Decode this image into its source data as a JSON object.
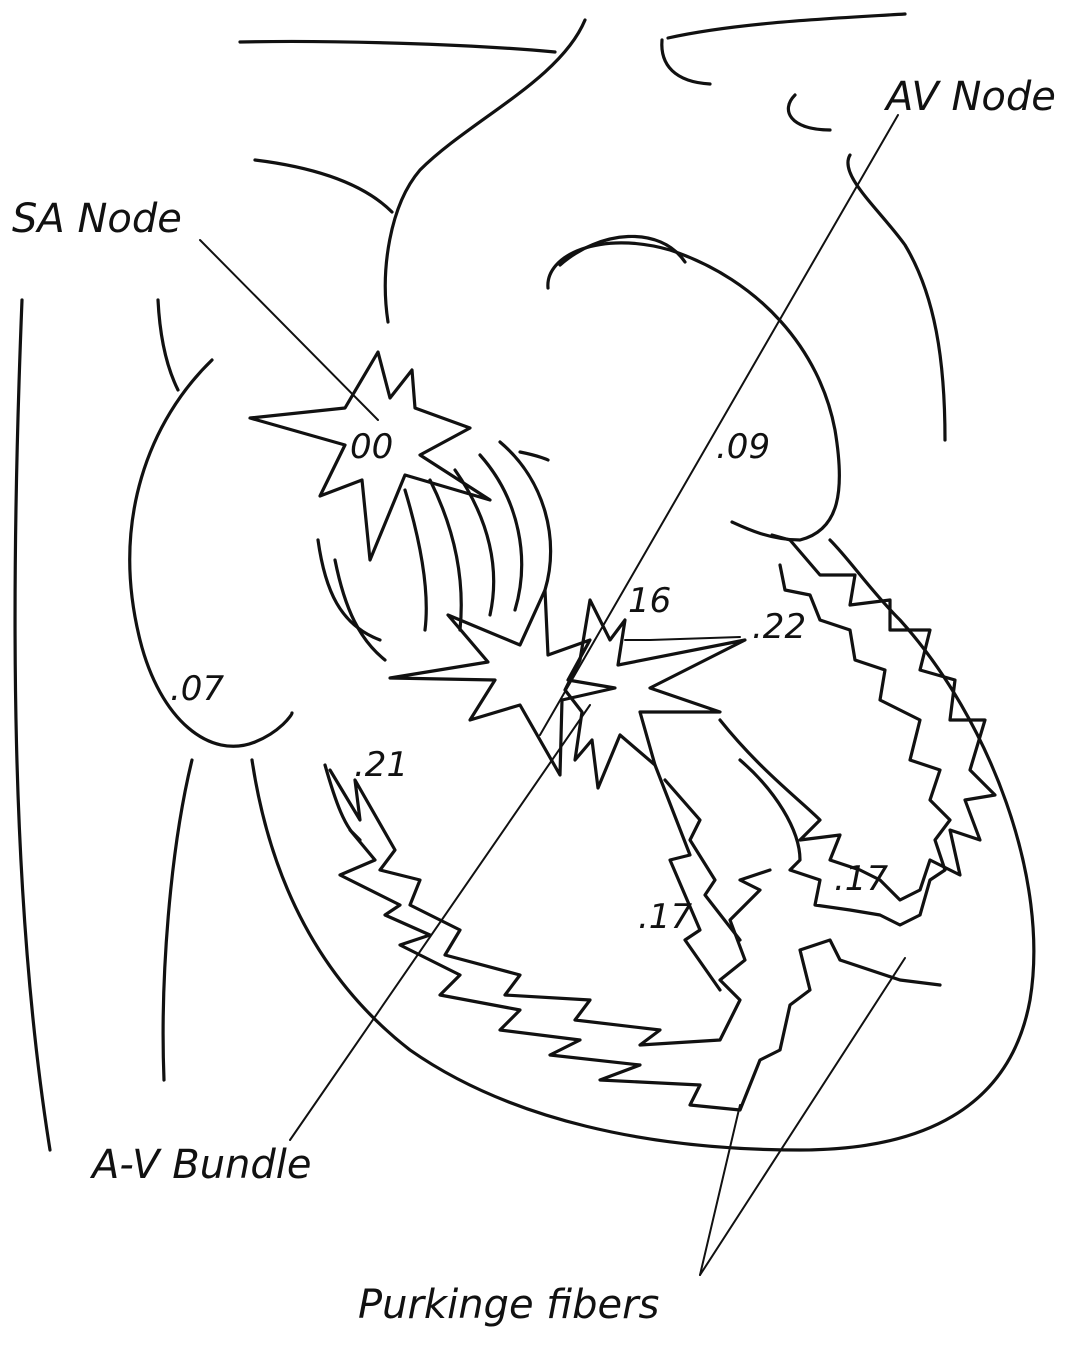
{
  "labels": {
    "sa_node": "SA Node",
    "av_node": "AV Node",
    "av_bundle": "A-V Bundle",
    "purkinje": "Purkinge fibers"
  },
  "times": {
    "sa": "00",
    "right_atrium": ".07",
    "left_atrium": ".09",
    "av": "16",
    "left_upper": ".22",
    "right_ventricle": ".21",
    "septum": ".17",
    "left_ventricle": ".17"
  },
  "colors": {
    "ink": "#111111",
    "paper": "#ffffff"
  }
}
